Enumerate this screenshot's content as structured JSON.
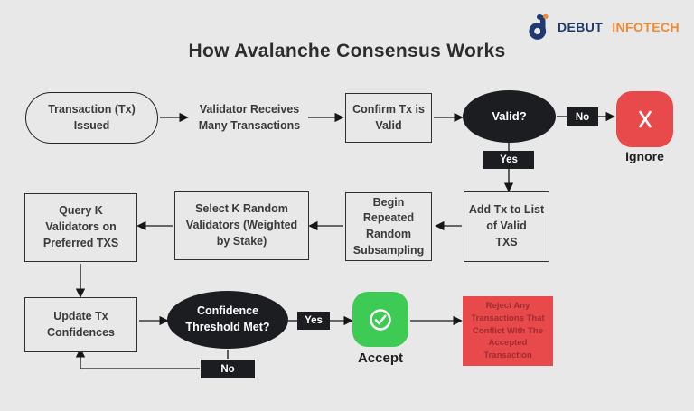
{
  "header": {
    "title": "How Avalanche Consensus Works"
  },
  "logo": {
    "brand_primary": "DEBUT",
    "brand_secondary": "INFOTECH",
    "icon": "debut-d-mark"
  },
  "colors": {
    "background": "#e9e8e8",
    "dark_shape": "#1b1d21",
    "red": "#e8494b",
    "red_box_text": "#a12d31",
    "green": "#3ecb55",
    "navy": "#1e3a6e",
    "orange": "#ee8a33"
  },
  "flow": {
    "nodes": {
      "tx_issued": "Transaction (Tx)\nIssued",
      "validator_receives": "Validator Receives\nMany Transactions",
      "confirm_tx": "Confirm Tx is\nValid",
      "valid_q": "Valid?",
      "add_tx": "Add Tx to List\nof Valid\nTXS",
      "begin_subsampling": "Begin\nRepeated\nRandom\nSubsampling",
      "select_validators": "Select K Random\nValidators (Weighted\nby Stake)",
      "query_validators": "Query K\nValidators on\nPreferred TXS",
      "update_confidences": "Update Tx\nConfidences",
      "confidence_q": "Confidence\nThreshold Met?",
      "reject": "Reject Any\nTransactions That\nConflict With The\nAccepted\nTransaction"
    },
    "labels": {
      "no_valid": "No",
      "yes_valid": "Yes",
      "yes_confidence": "Yes",
      "no_confidence": "No",
      "ignore": "Ignore",
      "accept": "Accept"
    }
  }
}
